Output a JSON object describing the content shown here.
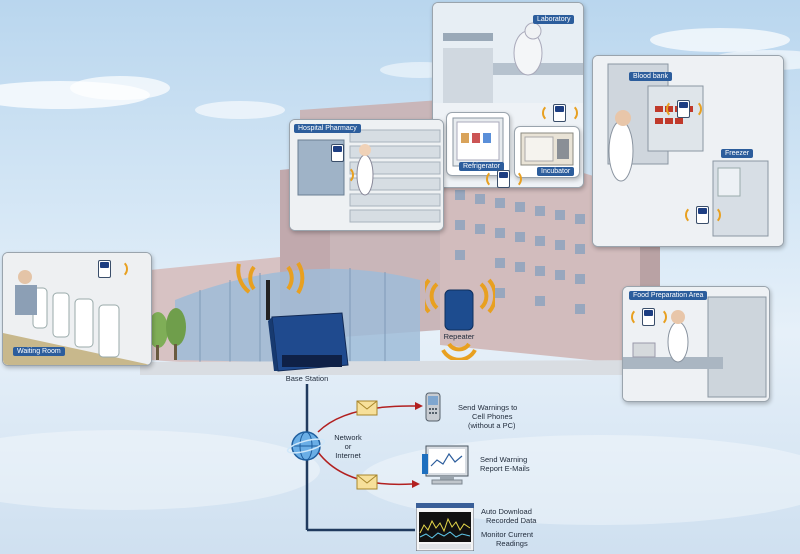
{
  "colors": {
    "accent_blue": "#2c5d9c",
    "signal_orange": "#e8a020",
    "arrow_red": "#b22020",
    "line_navy": "#203a5e"
  },
  "locations": {
    "laboratory": "Laboratory",
    "hospital_pharmacy": "Hospital Pharmacy",
    "refrigerator": "Refrigerator",
    "incubator": "Incubator",
    "blood_bank": "Blood bank",
    "freezer": "Freezer",
    "waiting_room": "Waiting Room",
    "food_preparation_area": "Food Preparation Area"
  },
  "nodes": {
    "base_station": "Base Station",
    "repeater": "Repeater",
    "network_line1": "Network",
    "network_line2": "or",
    "network_line3": "Internet"
  },
  "outputs": {
    "cell_line1": "Send Warnings to",
    "cell_line2": "Cell Phones",
    "cell_line3": "(without a PC)",
    "email_line1": "Send Warning",
    "email_line2": "Report E-Mails",
    "download_line1": "Auto Download",
    "download_line2": "Recorded Data",
    "monitor_line1": "Monitor Current",
    "monitor_line2": "Readings"
  },
  "icons": [
    "signal-waves-icon",
    "envelope-icon",
    "globe-icon",
    "cell-phone-icon",
    "monitor-icon",
    "antenna-icon",
    "logger-device-icon"
  ]
}
